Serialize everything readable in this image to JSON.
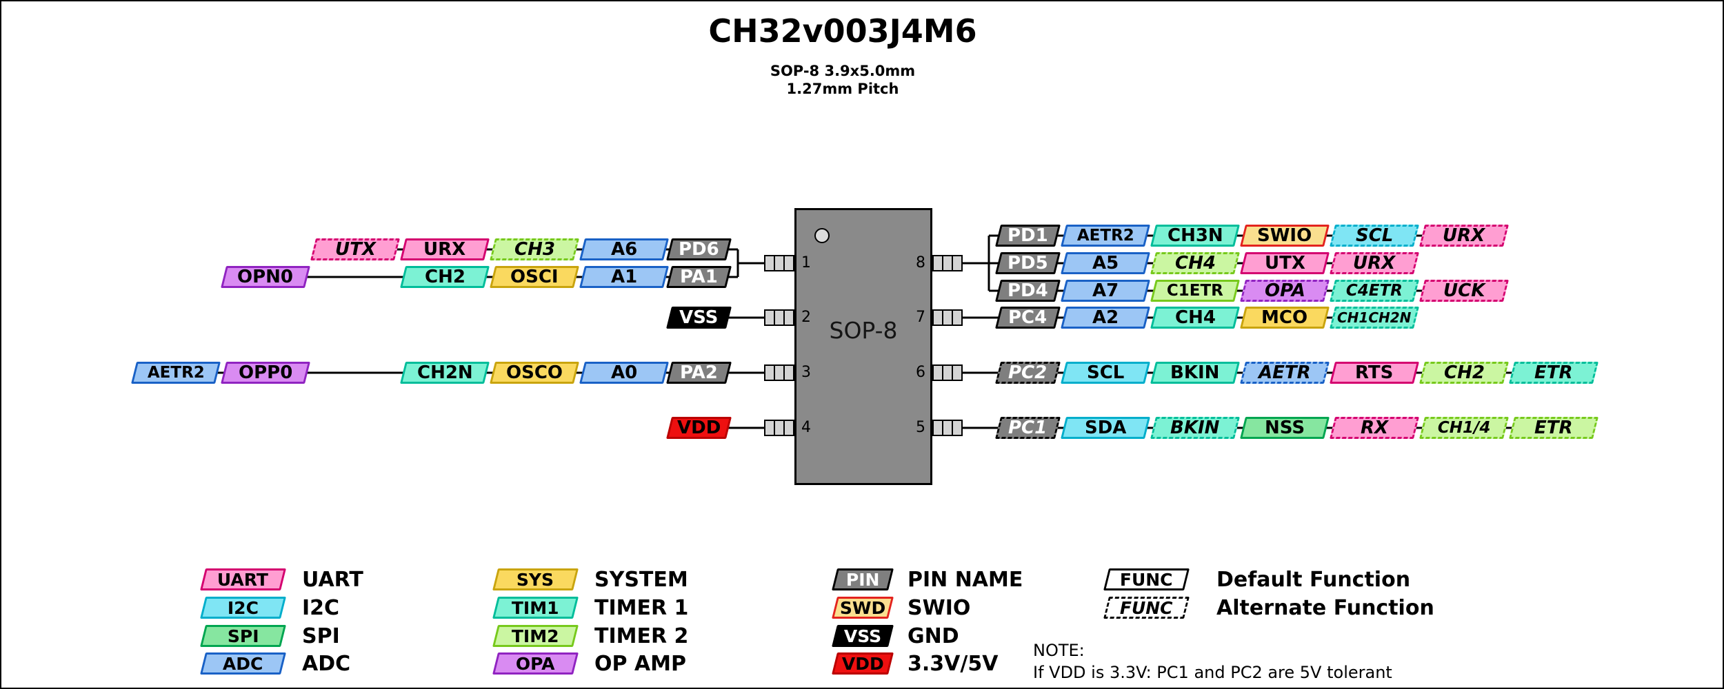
{
  "title": "CH32v003J4M6",
  "subtitle": {
    "line1": "SOP-8 3.9x5.0mm",
    "line2": "1.27mm Pitch"
  },
  "chip": {
    "package_label": "SOP-8",
    "left_pin_numbers": [
      "1",
      "2",
      "3",
      "4"
    ],
    "right_pin_numbers": [
      "8",
      "7",
      "6",
      "5"
    ]
  },
  "colors": {
    "uart": {
      "fill": "#FF9ED2",
      "border": "#D4006F",
      "text": "#000000"
    },
    "i2c": {
      "fill": "#7FE5F4",
      "border": "#00AECB",
      "text": "#000000"
    },
    "spi": {
      "fill": "#86E6A0",
      "border": "#00A550",
      "text": "#000000"
    },
    "adc": {
      "fill": "#9CC6F5",
      "border": "#1961C6",
      "text": "#000000"
    },
    "sys": {
      "fill": "#FAD95F",
      "border": "#C9A40E",
      "text": "#000000"
    },
    "tim1": {
      "fill": "#7CF2D4",
      "border": "#00BD9A",
      "text": "#000000"
    },
    "tim2": {
      "fill": "#CBF6A2",
      "border": "#77C91C",
      "text": "#000000"
    },
    "opa": {
      "fill": "#D98BF2",
      "border": "#9023C1",
      "text": "#000000"
    },
    "pin": {
      "fill": "#7F7F7F",
      "border": "#000000",
      "text": "#FFFFFF"
    },
    "swd": {
      "fill": "#FADF8F",
      "border": "#E3231E",
      "text": "#000000"
    },
    "gnd": {
      "fill": "#000000",
      "border": "#000000",
      "text": "#FFFFFF"
    },
    "vdd": {
      "fill": "#EE1010",
      "border": "#BB0000",
      "text": "#000000"
    },
    "func": {
      "fill": "#FFFFFF",
      "border": "#000000",
      "text": "#000000"
    },
    "chip_body": "#8A8A8A",
    "chip_leg": "#D4D4D4",
    "wire": "#000000"
  },
  "rows": [
    {
      "pin": {
        "label": "PD6",
        "type": "pin",
        "dashed": false
      },
      "side": "left",
      "funcs": [
        {
          "label": "UTX",
          "type": "uart",
          "dashed": true,
          "col": 4
        },
        {
          "label": "URX",
          "type": "uart",
          "dashed": false,
          "col": 3
        },
        {
          "label": "CH3",
          "type": "tim2",
          "dashed": true,
          "col": 2
        },
        {
          "label": "A6",
          "type": "adc",
          "dashed": false,
          "col": 1
        }
      ]
    },
    {
      "pin": {
        "label": "PA1",
        "type": "pin",
        "dashed": false
      },
      "side": "left",
      "funcs": [
        {
          "label": "OPN0",
          "type": "opa",
          "dashed": false,
          "col": 5
        },
        {
          "label": "CH2",
          "type": "tim1",
          "dashed": false,
          "col": 3
        },
        {
          "label": "OSCI",
          "type": "sys",
          "dashed": false,
          "col": 2
        },
        {
          "label": "A1",
          "type": "adc",
          "dashed": false,
          "col": 1
        }
      ]
    },
    {
      "pin": {
        "label": "VSS",
        "type": "gnd",
        "dashed": false
      },
      "side": "left",
      "funcs": []
    },
    {
      "pin": {
        "label": "PA2",
        "type": "pin",
        "dashed": false
      },
      "side": "left",
      "funcs": [
        {
          "label": "AETR2",
          "type": "adc",
          "dashed": false,
          "col": 6
        },
        {
          "label": "OPP0",
          "type": "opa",
          "dashed": false,
          "col": 5
        },
        {
          "label": "CH2N",
          "type": "tim1",
          "dashed": false,
          "col": 3
        },
        {
          "label": "OSCO",
          "type": "sys",
          "dashed": false,
          "col": 2
        },
        {
          "label": "A0",
          "type": "adc",
          "dashed": false,
          "col": 1
        }
      ]
    },
    {
      "pin": {
        "label": "VDD",
        "type": "vdd",
        "dashed": false
      },
      "side": "left",
      "funcs": []
    },
    {
      "pin": {
        "label": "PD1",
        "type": "pin",
        "dashed": false
      },
      "side": "right",
      "funcs": [
        {
          "label": "AETR2",
          "type": "adc",
          "dashed": false
        },
        {
          "label": "CH3N",
          "type": "tim1",
          "dashed": false
        },
        {
          "label": "SWIO",
          "type": "swd",
          "dashed": false
        },
        {
          "label": "SCL",
          "type": "i2c",
          "dashed": true
        },
        {
          "label": "URX",
          "type": "uart",
          "dashed": true
        }
      ]
    },
    {
      "pin": {
        "label": "PD5",
        "type": "pin",
        "dashed": false
      },
      "side": "right",
      "funcs": [
        {
          "label": "A5",
          "type": "adc",
          "dashed": false
        },
        {
          "label": "CH4",
          "type": "tim2",
          "dashed": true
        },
        {
          "label": "UTX",
          "type": "uart",
          "dashed": false
        },
        {
          "label": "URX",
          "type": "uart",
          "dashed": true
        }
      ]
    },
    {
      "pin": {
        "label": "PD4",
        "type": "pin",
        "dashed": false
      },
      "side": "right",
      "funcs": [
        {
          "label": "A7",
          "type": "adc",
          "dashed": false
        },
        {
          "label": "C1ETR",
          "type": "tim2",
          "dashed": false
        },
        {
          "label": "OPA",
          "type": "opa",
          "dashed": true
        },
        {
          "label": "C4ETR",
          "type": "tim1",
          "dashed": true
        },
        {
          "label": "UCK",
          "type": "uart",
          "dashed": true
        }
      ]
    },
    {
      "pin": {
        "label": "PC4",
        "type": "pin",
        "dashed": false
      },
      "side": "right",
      "funcs": [
        {
          "label": "A2",
          "type": "adc",
          "dashed": false
        },
        {
          "label": "CH4",
          "type": "tim1",
          "dashed": false
        },
        {
          "label": "MCO",
          "type": "sys",
          "dashed": false
        },
        {
          "label": "CH1CH2N",
          "type": "tim1",
          "dashed": true
        }
      ]
    },
    {
      "pin": {
        "label": "PC2",
        "type": "pin",
        "dashed": true
      },
      "side": "right",
      "funcs": [
        {
          "label": "SCL",
          "type": "i2c",
          "dashed": false
        },
        {
          "label": "BKIN",
          "type": "tim1",
          "dashed": false
        },
        {
          "label": "AETR",
          "type": "adc",
          "dashed": true
        },
        {
          "label": "RTS",
          "type": "uart",
          "dashed": false
        },
        {
          "label": "CH2",
          "type": "tim2",
          "dashed": true
        },
        {
          "label": "ETR",
          "type": "tim1",
          "dashed": true
        }
      ]
    },
    {
      "pin": {
        "label": "PC1",
        "type": "pin",
        "dashed": true
      },
      "side": "right",
      "funcs": [
        {
          "label": "SDA",
          "type": "i2c",
          "dashed": false
        },
        {
          "label": "BKIN",
          "type": "tim1",
          "dashed": true
        },
        {
          "label": "NSS",
          "type": "spi",
          "dashed": false
        },
        {
          "label": "RX",
          "type": "uart",
          "dashed": true
        },
        {
          "label": "CH1/4",
          "type": "tim2",
          "dashed": true
        },
        {
          "label": "ETR",
          "type": "tim2",
          "dashed": true
        }
      ]
    }
  ],
  "legend": {
    "columns": [
      {
        "items": [
          {
            "box": "UART",
            "type": "uart",
            "dashed": false,
            "label": "UART"
          },
          {
            "box": "I2C",
            "type": "i2c",
            "dashed": false,
            "label": "I2C"
          },
          {
            "box": "SPI",
            "type": "spi",
            "dashed": false,
            "label": "SPI"
          },
          {
            "box": "ADC",
            "type": "adc",
            "dashed": false,
            "label": "ADC"
          }
        ]
      },
      {
        "items": [
          {
            "box": "SYS",
            "type": "sys",
            "dashed": false,
            "label": "SYSTEM"
          },
          {
            "box": "TIM1",
            "type": "tim1",
            "dashed": false,
            "label": "TIMER 1"
          },
          {
            "box": "TIM2",
            "type": "tim2",
            "dashed": false,
            "label": "TIMER 2"
          },
          {
            "box": "OPA",
            "type": "opa",
            "dashed": false,
            "label": "OP AMP"
          }
        ]
      },
      {
        "items": [
          {
            "box": "PIN",
            "type": "pin",
            "dashed": false,
            "label": "PIN NAME"
          },
          {
            "box": "SWD",
            "type": "swd",
            "dashed": false,
            "label": "SWIO"
          },
          {
            "box": "VSS",
            "type": "gnd",
            "dashed": false,
            "label": "GND"
          },
          {
            "box": "VDD",
            "type": "vdd",
            "dashed": false,
            "label": "3.3V/5V"
          }
        ]
      },
      {
        "items": [
          {
            "box": "FUNC",
            "type": "func",
            "dashed": false,
            "label": "Default Function"
          },
          {
            "box": "FUNC",
            "type": "func",
            "dashed": true,
            "label": "Alternate Function"
          }
        ]
      }
    ]
  },
  "note": {
    "line1": "NOTE:",
    "line2": "If VDD is 3.3V: PC1 and PC2 are 5V tolerant"
  }
}
